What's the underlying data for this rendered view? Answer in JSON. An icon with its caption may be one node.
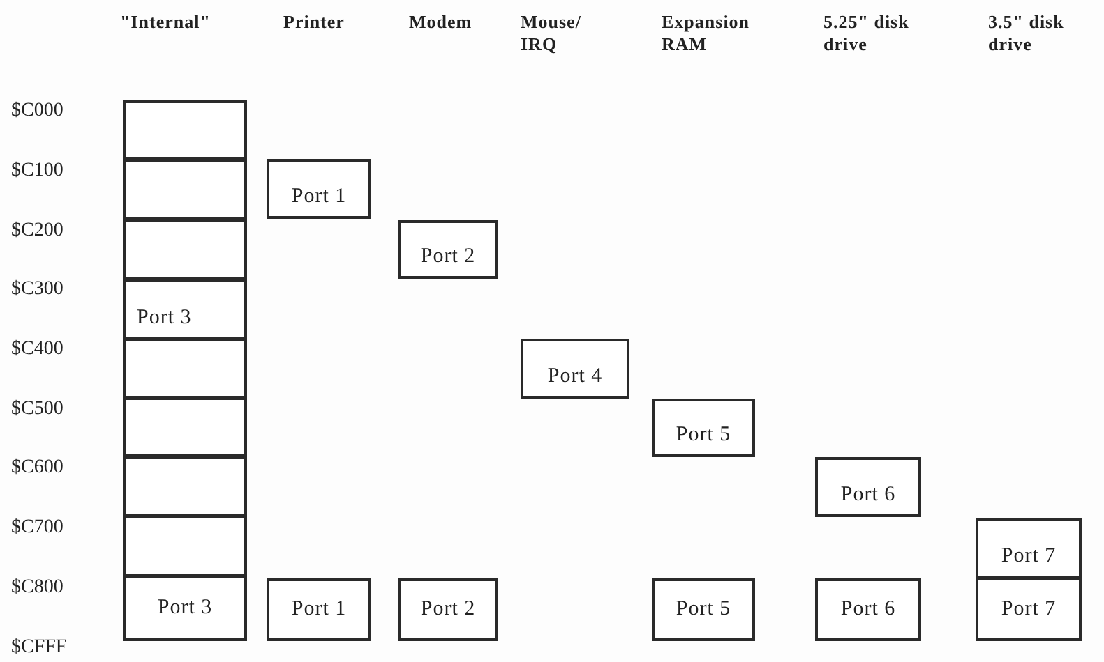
{
  "diagram": {
    "nodes": [
      {
        "text": [],
        "shape": "box"
      },
      {
        "text": [],
        "shape": "box"
      },
      {
        "text": [
          "Port 1"
        ]
      },
      {
        "text": [],
        "shape": "box"
      },
      {
        "text": [
          "Port 2"
        ]
      },
      {
        "text": [
          "Port 3"
        ]
      },
      {
        "text": [],
        "shape": "box"
      },
      {
        "text": [
          "Port 4"
        ]
      },
      {
        "text": [],
        "shape": "box"
      },
      {
        "text": [
          "Port 5"
        ]
      },
      {
        "text": [],
        "shape": "box"
      },
      {
        "text": [
          "Port 6"
        ]
      },
      {
        "text": [],
        "shape": "box"
      },
      {
        "text": [
          "Port 7"
        ]
      },
      {
        "text": [
          "Port 3"
        ]
      },
      {
        "text": [
          "Port 1"
        ]
      },
      {
        "text": [
          "Port 2"
        ]
      },
      {
        "text": [
          "Port 5"
        ]
      },
      {
        "text": [
          "Port 6"
        ]
      },
      {
        "text": [
          "Port 7"
        ]
      }
    ],
    "labels": [
      "\"Internal\"",
      "Printer",
      "Modem",
      "Mouse/ IRQ",
      "Expansion RAM",
      "5.25\" disk drive",
      "3.5\" disk drive",
      "$C000",
      "$C100",
      "$C200",
      "$C300",
      "$C400",
      "$C500",
      "$C600",
      "$C700",
      "$C800",
      "$CFFF"
    ]
  }
}
